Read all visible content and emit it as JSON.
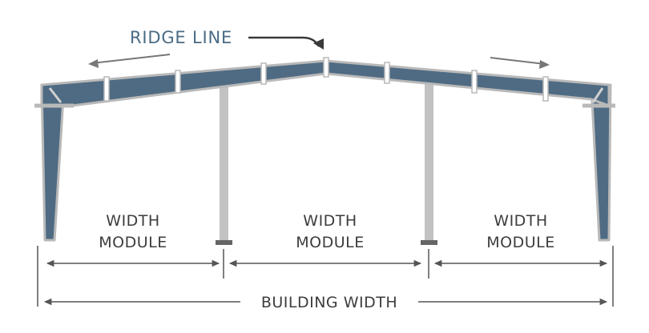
{
  "diagram": {
    "ridge_label": "RIDGE LINE",
    "modules": [
      {
        "line1": "WIDTH",
        "line2": "MODULE"
      },
      {
        "line1": "WIDTH",
        "line2": "MODULE"
      },
      {
        "line1": "WIDTH",
        "line2": "MODULE"
      }
    ],
    "building_width_label": "BUILDING WIDTH"
  },
  "colors": {
    "frame_fill": "#4f6b83",
    "frame_outline": "#b9b9b9",
    "column_fill": "#c2c2c2",
    "column_base": "#666666",
    "dimension_line": "#555555",
    "ridge_text": "#4a6b85",
    "label_text": "#3d3d3d"
  }
}
